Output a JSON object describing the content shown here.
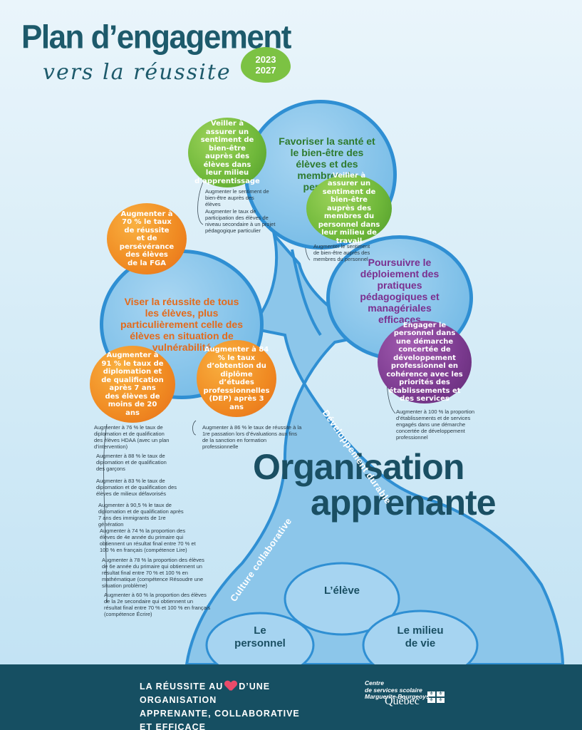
{
  "header": {
    "title": "Plan d’engagement",
    "subtitle": "vers la réussite",
    "year_start": "2023",
    "year_end": "2027"
  },
  "goals": {
    "sante": "Favoriser la santé et le bien-être des élèves et des membres du personnel",
    "reussite": "Viser la réussite de tous les élèves, plus particulièrement celle des élèves en situation de vulnérabilité",
    "pratiques": "Poursuivre le déploiement des pratiques pédagogiques et managériales efficaces"
  },
  "objectives": {
    "sentiment_eleves": "Veiller à assurer un sentiment de bien-être auprès des élèves dans leur milieu d’apprentissage",
    "sentiment_personnel": "Veiller à assurer un sentiment de bien-être auprès des membres du personnel dans leur milieu de travail",
    "fga": "Augmenter à 70 % le taux de réussite et de persévérance des élèves de la FGA",
    "diplomation": "Augmenter à 91 % le taux de diplomation et de qualification après 7 ans des élèves de moins de 20 ans",
    "dep": "Augmenter à 84 % le taux d’obtention du diplôme d’études professionnelles (DEP) après 3 ans",
    "developpement": "Engager le personnel dans une démarche concertée de développement professionnel en cohérence avec les priorités des établissements et des services"
  },
  "notes": {
    "eleves_1": "Augmenter le sentiment de bien-être auprès des élèves",
    "eleves_2": "Augmenter le taux de participation des élèves de niveau secondaire à un projet pédagogique particulier",
    "personnel": "Augmenter le sentiment de bien-être auprès des membres du personnel",
    "hdaa": "Augmenter à 76 % le taux de diplomation et de qualification des élèves HDAA (avec un plan d’intervention)",
    "garcons": "Augmenter à 88 % le taux de diplomation et de qualification des garçons",
    "defavorises": "Augmenter à 83 % le taux de diplomation et de qualification des élèves de milieux défavorisés",
    "immigrants": "Augmenter à 90,5 % le taux de diplomation et de qualification après 7 ans des immigrants de 1re génération",
    "lire": "Augmenter à 74 % la proportion des élèves de 4e année du primaire qui obtiennent un résultat final entre 70 % et 100 % en français (compétence Lire)",
    "math": "Augmenter à 78 % la proportion des élèves de 6e année du primaire qui obtiennent un résultat final entre 70 % et 100 % en mathématique (compétence Résoudre une situation problème)",
    "ecrire": "Augmenter à 60 % la proportion des élèves de la 2e secondaire qui obtiennent un résultat final entre 70 % et 100 % en français (compétence Écrire)",
    "formation_pro": "Augmenter à 86 % le taux de réussite à la 1re passation lors d’évaluations aux fins de la sanction en formation professionnelle",
    "etablissements": "Augmenter à 100 % la proportion d’établissements et de services engagés dans une démarche concertée de développement professionnel"
  },
  "center": {
    "line1": "Organisation",
    "line2": "apprenante",
    "curved_right": "Développement durable",
    "curved_left": "Culture collaborative"
  },
  "base": {
    "eleve": "L’élève",
    "personnel": "Le personnel",
    "milieu": "Le milieu de vie"
  },
  "footer": {
    "line1_a": "LA RÉUSSITE AU",
    "line1_b": "D’UNE ORGANISATION",
    "line2": "APPRENANTE, COLLABORATIVE ET EFFICACE",
    "org_line1": "Centre",
    "org_line2": "de services scolaire",
    "org_line3": "Marguerite-Bourgeoys",
    "quebec": "Québec"
  },
  "colors": {
    "navy": "#164f62",
    "blue": "#2f8fd3",
    "green": "#6fb83a",
    "orange": "#f08a22",
    "purple": "#7b3a8f",
    "sante_text": "#2e7a2e",
    "reussite_text": "#e46a1a",
    "pratiques_text": "#7b2f8f"
  }
}
